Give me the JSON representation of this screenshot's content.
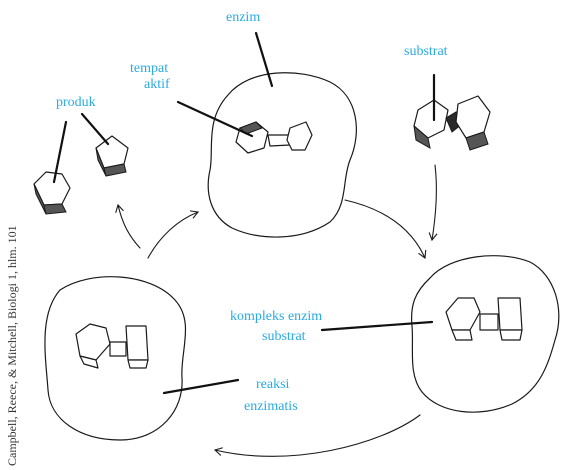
{
  "labels": {
    "enzim": "enzim",
    "tempat_aktif_1": "tempat",
    "tempat_aktif_2": "aktif",
    "substrat": "substrat",
    "produk": "produk",
    "kompleks_1": "kompleks enzim",
    "kompleks_2": "substrat",
    "reaksi_1": "reaksi",
    "reaksi_2": "enzimatis"
  },
  "credit": "Campbell, Reece, & Mitchell, Biologi 1, hlm. 101",
  "colors": {
    "label": "#29abe2",
    "line": "#1a1a1a"
  }
}
